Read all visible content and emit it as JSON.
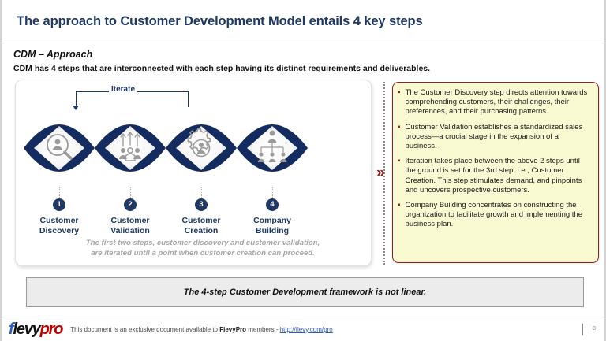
{
  "slide": {
    "title": "The approach to Customer Development Model entails 4 key steps",
    "subhead": "CDM – Approach",
    "subline": "CDM has 4 steps that are interconnected with each step having its distinct requirements and deliverables.",
    "accent_navy": "#1F3864",
    "accent_red": "#9E1B1B",
    "panel_bg": "#FAFAD2"
  },
  "diagram": {
    "iterate_label": "Iterate",
    "steps": [
      {
        "number": "1",
        "label_line1": "Customer",
        "label_line2": "Discovery",
        "icon": "person-magnifier-icon"
      },
      {
        "number": "2",
        "label_line1": "Customer",
        "label_line2": "Validation",
        "icon": "people-growth-arrows-icon"
      },
      {
        "number": "3",
        "label_line1": "Customer",
        "label_line2": "Creation",
        "icon": "gear-person-icon"
      },
      {
        "number": "4",
        "label_line1": "Company",
        "label_line2": "Building",
        "icon": "org-chart-icon"
      }
    ],
    "note_line1": "The first two steps, customer discovery and customer validation,",
    "note_line2": "are iterated until a point when customer creation can proceed."
  },
  "connector": {
    "arrow_glyph": "»"
  },
  "notes": {
    "bullet_glyph": "▪",
    "items": [
      "The Customer Discovery step directs attention towards comprehending customers, their challenges, their preferences, and their purchasing patterns.",
      "Customer Validation establishes a standardized sales process—a crucial stage in the expansion of a business.",
      "Iteration takes place between the above 2 steps until the ground is set for the 3rd step, i.e., Customer Creation.  This step stimulates demand, and pinpoints and uncovers prospective customers.",
      "Company Building concentrates on constructing the organization to facilitate growth and implementing the business plan."
    ]
  },
  "banner": {
    "text": "The 4-step Customer Development framework is not linear."
  },
  "footer": {
    "logo_part1": "f",
    "logo_part2": "levy",
    "logo_part3": "pro",
    "text_before": "This document is an exclusive document available to ",
    "brand": "FlevyPro",
    "text_middle": " members - ",
    "link": "http://flevy.com/pro",
    "page_number": "8"
  }
}
